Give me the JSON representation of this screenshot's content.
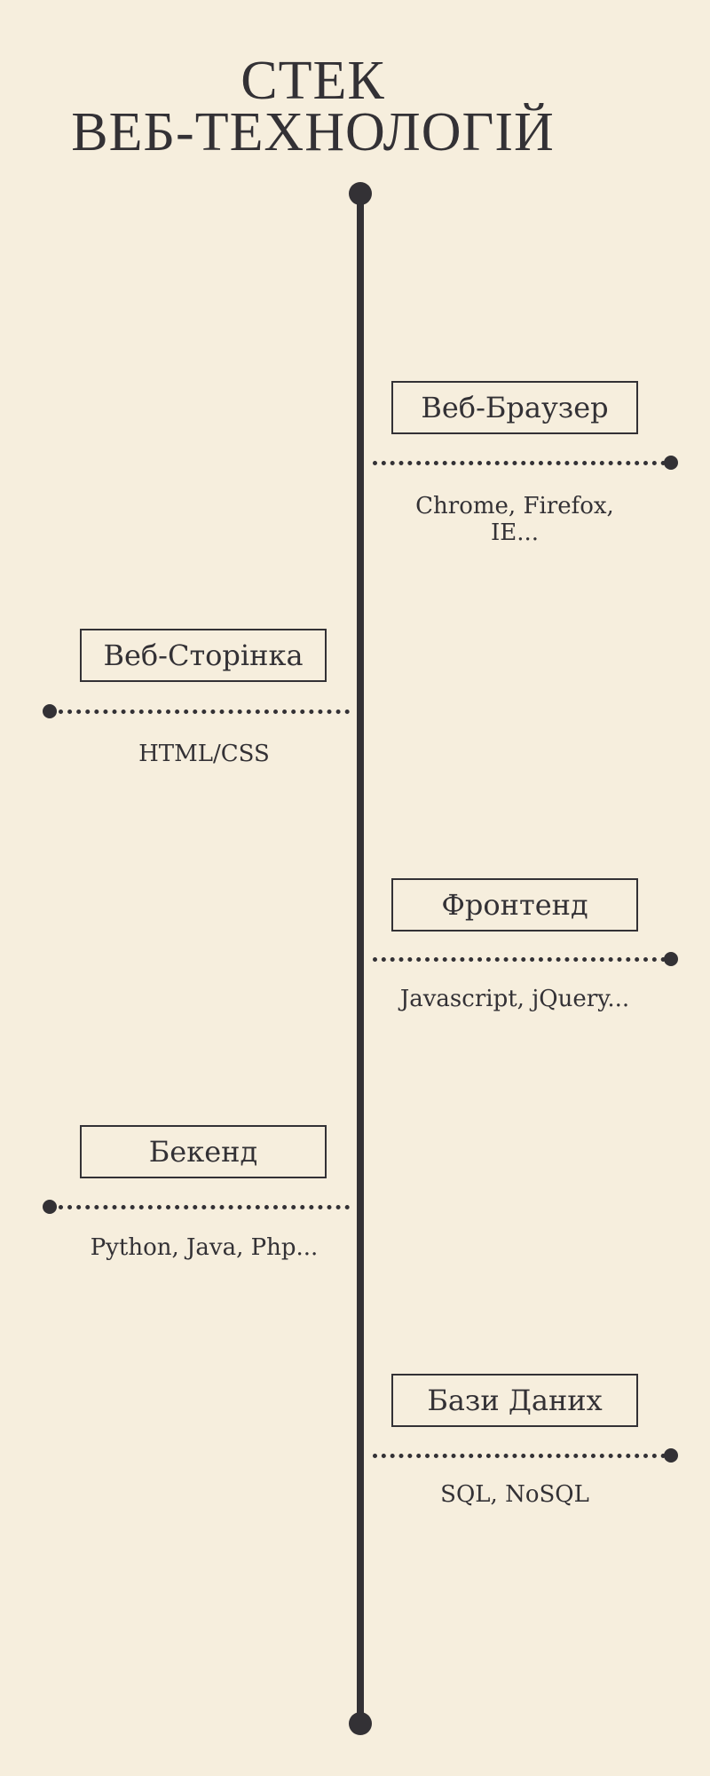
{
  "title": {
    "line1": "СТЕК",
    "line2": "ВЕБ-ТЕХНОЛОГІЙ"
  },
  "items": [
    {
      "label": "Веб-Браузер",
      "desc": "Chrome, Firefox, IE..."
    },
    {
      "label": "Веб-Сторінка",
      "desc": "HTML/CSS"
    },
    {
      "label": "Фронтенд",
      "desc": "Javascript, jQuery..."
    },
    {
      "label": "Бекенд",
      "desc": "Python, Java, Php..."
    },
    {
      "label": "Бази Даних",
      "desc": "SQL, NoSQL"
    }
  ]
}
